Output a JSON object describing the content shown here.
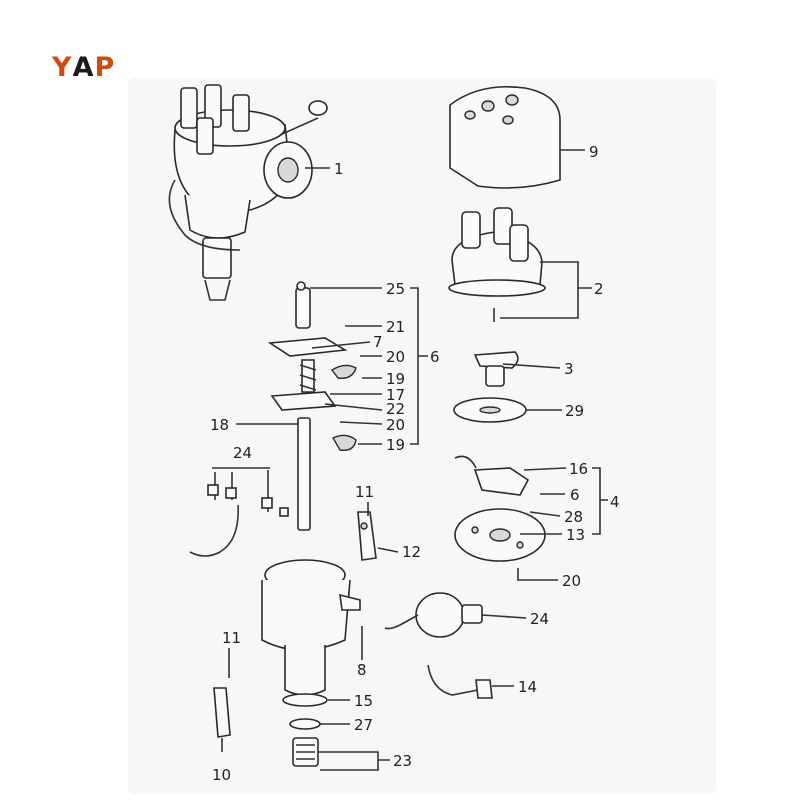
{
  "brand": {
    "logo_text": "YAP",
    "accent_color": "#d24b0e"
  },
  "diagram": {
    "type": "exploded-parts-diagram",
    "callouts": [
      {
        "id": "c1",
        "text": "1"
      },
      {
        "id": "c9",
        "text": "9"
      },
      {
        "id": "c2",
        "text": "2"
      },
      {
        "id": "c25",
        "text": "25"
      },
      {
        "id": "c21",
        "text": "21"
      },
      {
        "id": "c7",
        "text": "7"
      },
      {
        "id": "c20a",
        "text": "20"
      },
      {
        "id": "c6a",
        "text": "6"
      },
      {
        "id": "c19a",
        "text": "19"
      },
      {
        "id": "c17",
        "text": "17"
      },
      {
        "id": "c22",
        "text": "22"
      },
      {
        "id": "c20b",
        "text": "20"
      },
      {
        "id": "c19b",
        "text": "19"
      },
      {
        "id": "c18",
        "text": "18"
      },
      {
        "id": "c3",
        "text": "3"
      },
      {
        "id": "c29",
        "text": "29"
      },
      {
        "id": "c24a",
        "text": "24"
      },
      {
        "id": "c16",
        "text": "16"
      },
      {
        "id": "c6b",
        "text": "6"
      },
      {
        "id": "c4",
        "text": "4"
      },
      {
        "id": "c28",
        "text": "28"
      },
      {
        "id": "c13",
        "text": "13"
      },
      {
        "id": "c11a",
        "text": "11"
      },
      {
        "id": "c12",
        "text": "12"
      },
      {
        "id": "c20c",
        "text": "20"
      },
      {
        "id": "c24b",
        "text": "24"
      },
      {
        "id": "c8",
        "text": "8"
      },
      {
        "id": "c11b",
        "text": "11"
      },
      {
        "id": "c15",
        "text": "15"
      },
      {
        "id": "c14",
        "text": "14"
      },
      {
        "id": "c27",
        "text": "27"
      },
      {
        "id": "c23",
        "text": "23"
      },
      {
        "id": "c10",
        "text": "10"
      }
    ]
  }
}
